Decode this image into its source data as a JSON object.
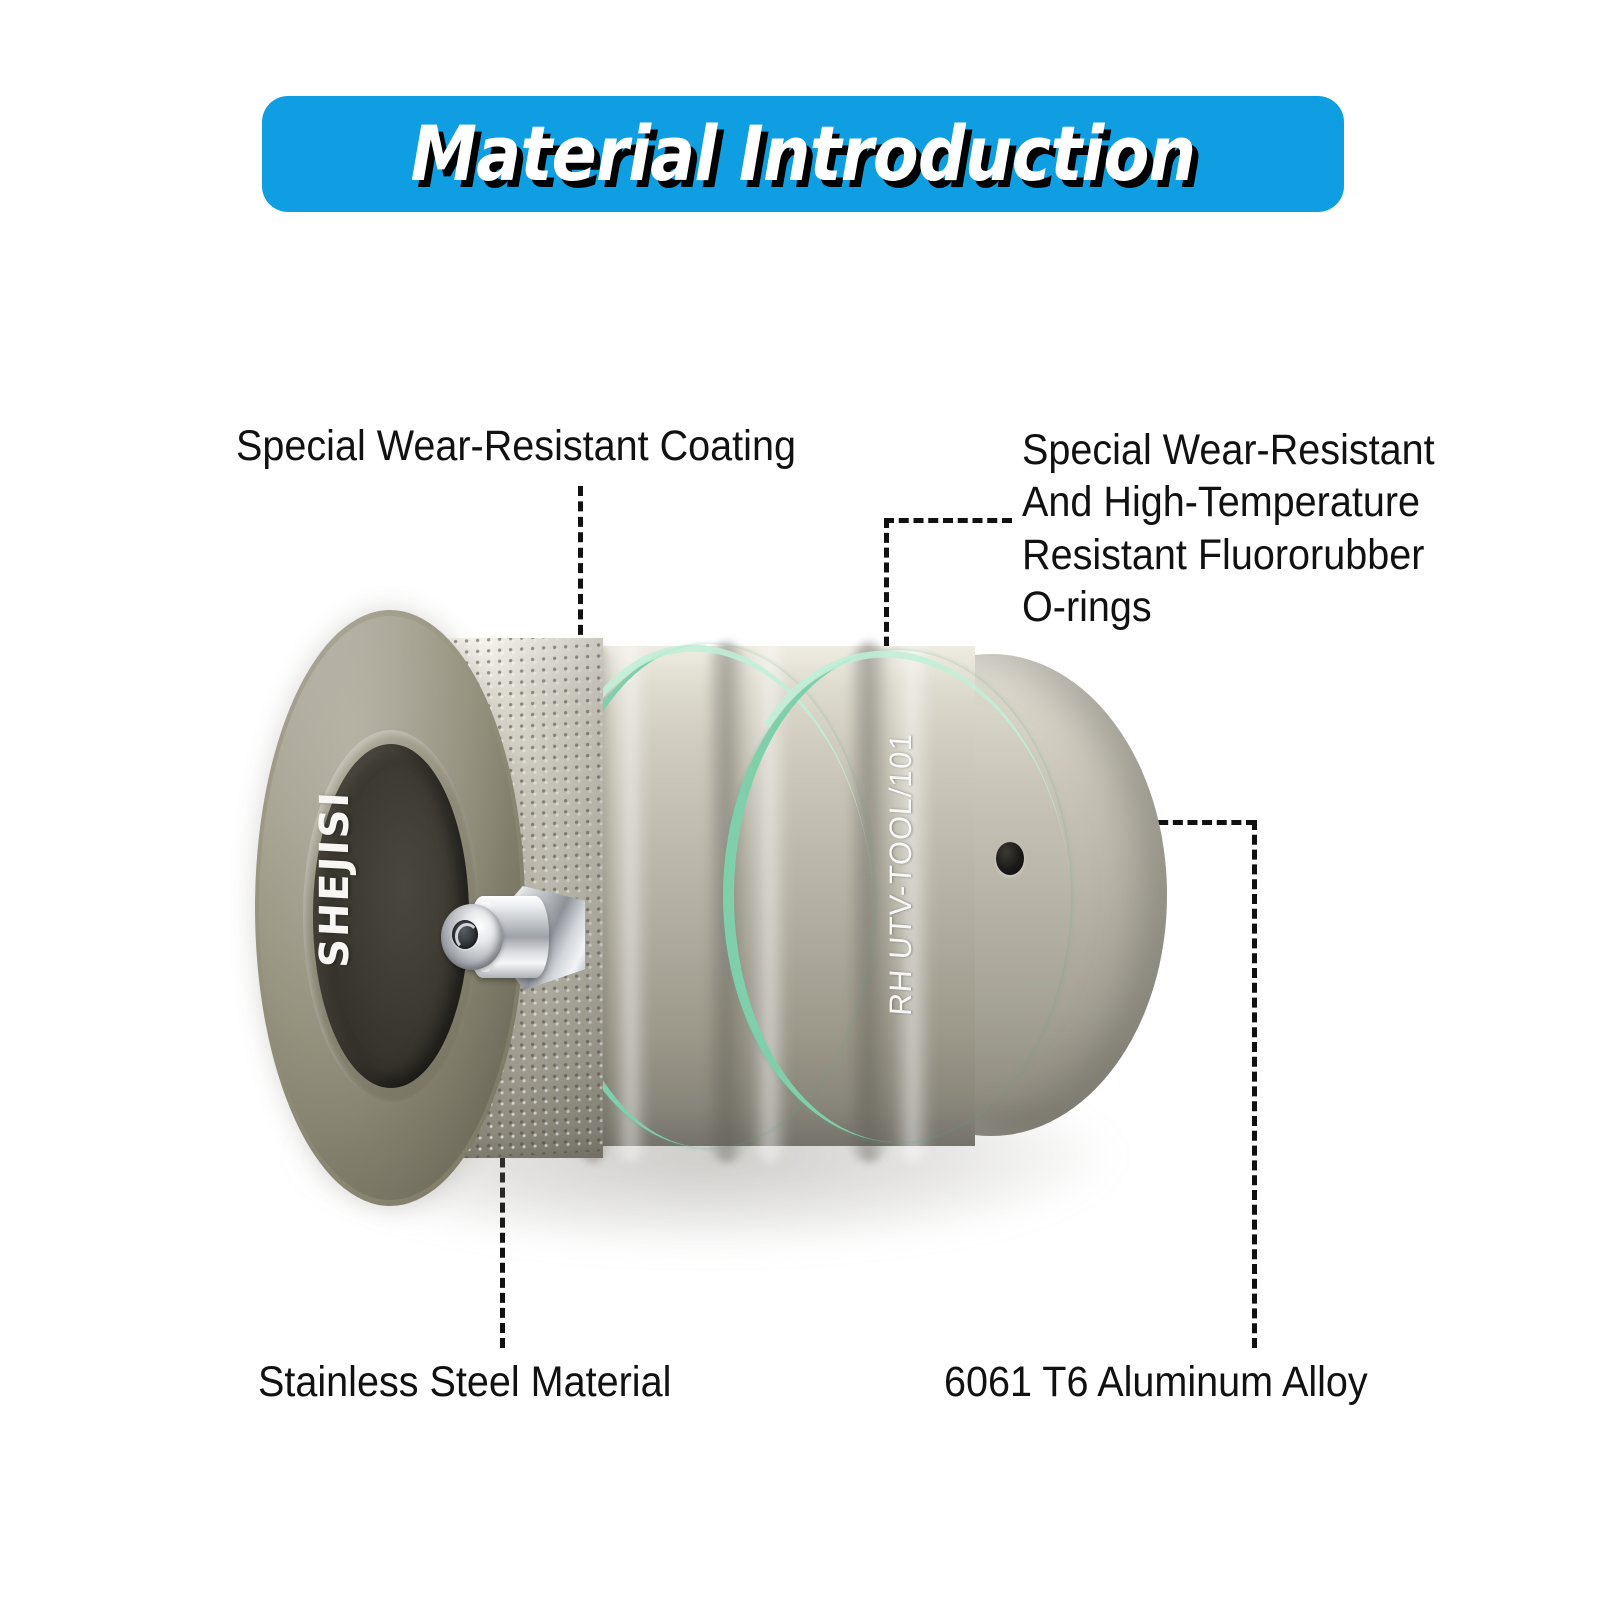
{
  "header": {
    "title": "Material Introduction",
    "banner_color": "#0f9ee2",
    "title_color": "#ffffff"
  },
  "callouts": [
    {
      "key": "coating",
      "label": "Special Wear-Resistant Coating",
      "position": "top-left",
      "points_to": "knurled-collar"
    },
    {
      "key": "orings",
      "label": "Special Wear-Resistant\nAnd High-Temperature\nResistant Fluororubber\nO-rings",
      "position": "top-right",
      "points_to": "green-oring"
    },
    {
      "key": "stainless",
      "label": "Stainless Steel Material",
      "position": "bottom-left",
      "points_to": "grease-zerk-fitting"
    },
    {
      "key": "aluminum",
      "label": "6061 T6 Aluminum Alloy",
      "position": "bottom-right",
      "points_to": "aluminum-barrel"
    }
  ],
  "product": {
    "brand_text": "SHEJISI",
    "engraving_text": "RH UTV-TOOL/101",
    "oring_color": "#7fcfab",
    "body_color": "#a8a598",
    "flange_color": "#97947f",
    "bore_color": "#34322a",
    "zerk_color": "#c6c9ce",
    "oring_count": 2
  }
}
